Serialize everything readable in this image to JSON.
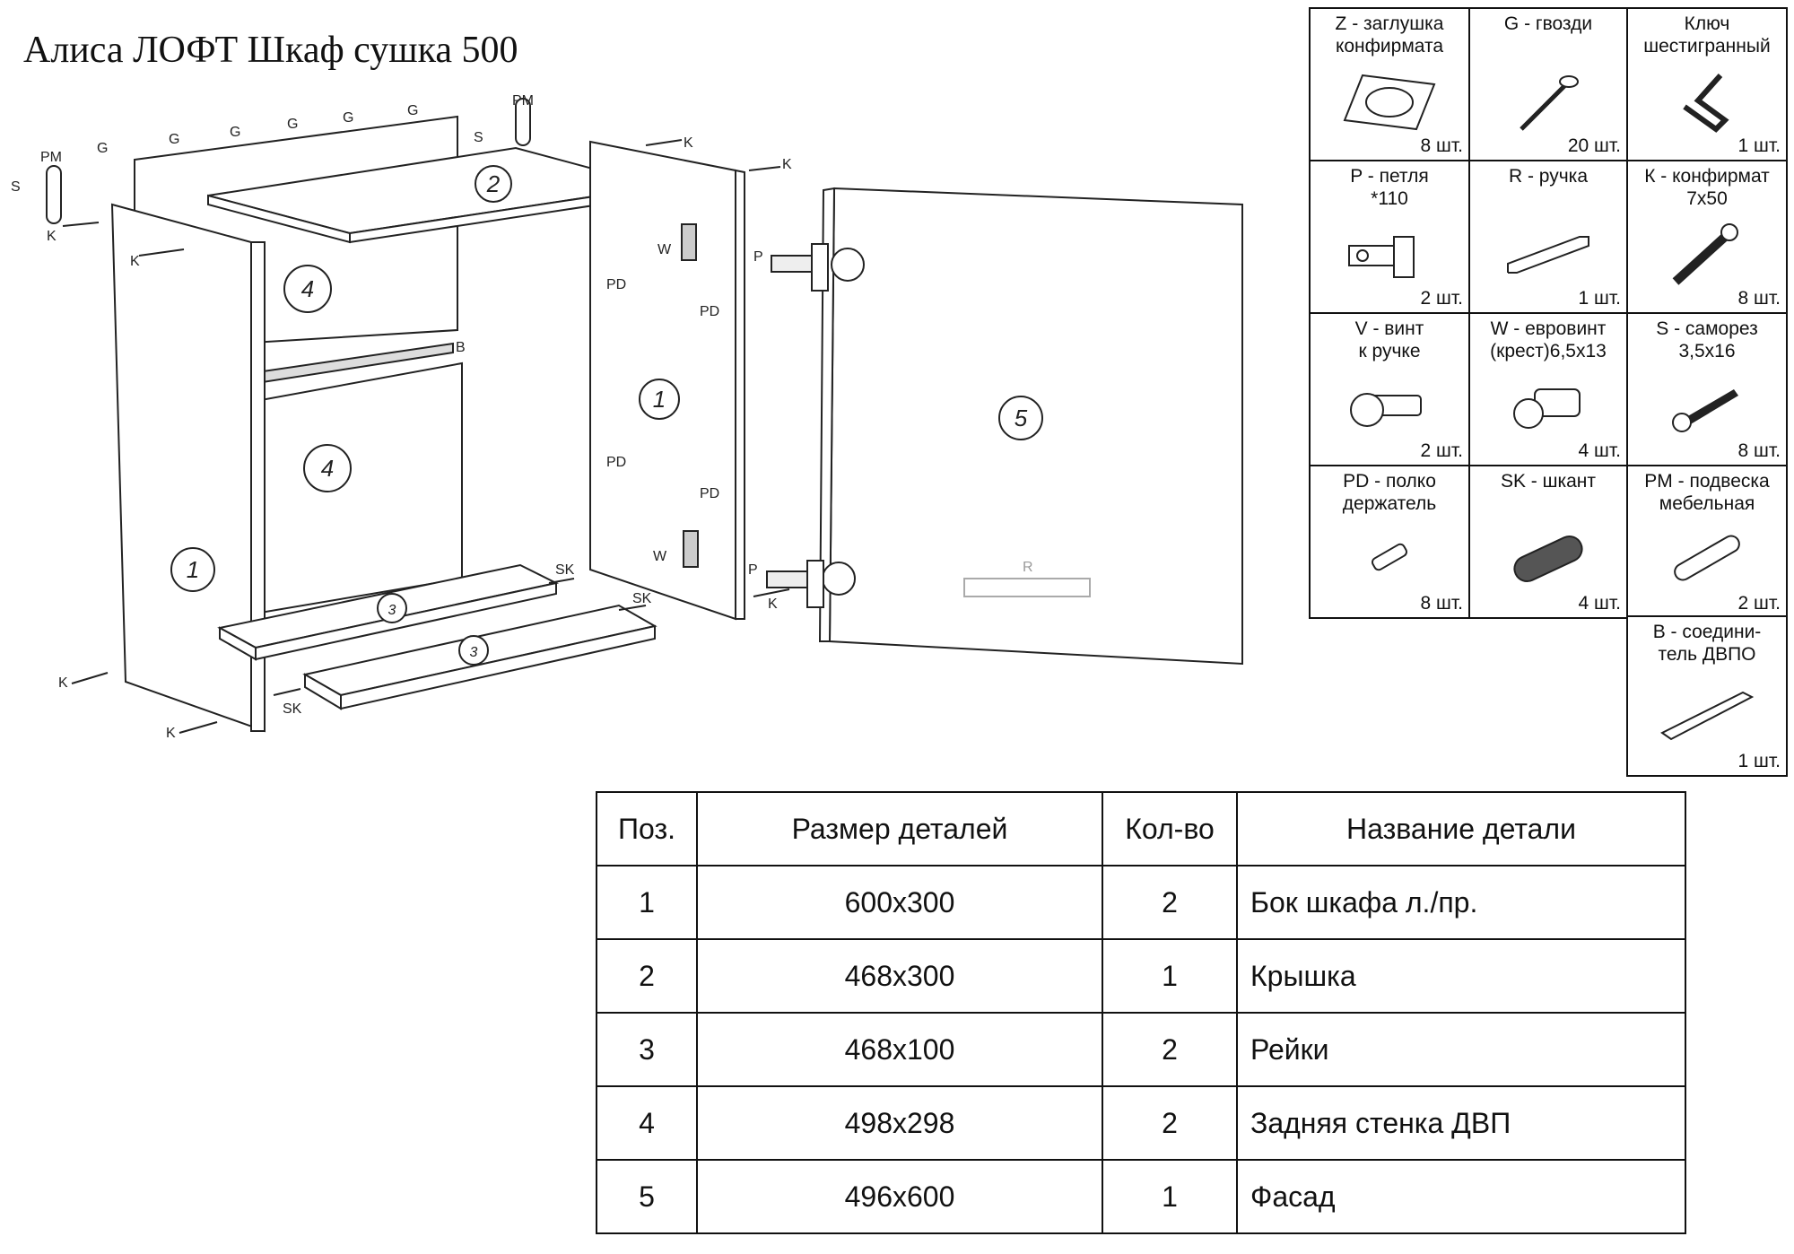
{
  "title": "Алиса ЛОФТ Шкаф сушка 500",
  "diagram_labels": {
    "g": "G",
    "k": "K",
    "s": "S",
    "pm": "PM",
    "w": "W",
    "pd": "PD",
    "p": "P",
    "sk": "SK",
    "b": "B",
    "r": "R",
    "part1": "1",
    "part2": "2",
    "part3": "3",
    "part4": "4",
    "part5": "5"
  },
  "fittings": [
    {
      "name": "Z - заглушка\nконфирмата",
      "qty": "8 шт.",
      "icon": "cap-icon"
    },
    {
      "name": "G - гвозди",
      "qty": "20 шт.",
      "icon": "nail-icon"
    },
    {
      "name": "Ключ\nшестигранный",
      "qty": "1 шт.",
      "icon": "hex-key-icon"
    },
    {
      "name": "P - петля\n*110",
      "qty": "2 шт.",
      "icon": "hinge-icon"
    },
    {
      "name": "R - ручка",
      "qty": "1 шт.",
      "icon": "handle-icon"
    },
    {
      "name": "К - конфирмат\n7х50",
      "qty": "8 шт.",
      "icon": "confirmat-icon"
    },
    {
      "name": "V - винт\nк ручке",
      "qty": "2 шт.",
      "icon": "screw-icon"
    },
    {
      "name": "W - евровинт\n(крест)6,5х13",
      "qty": "4 шт.",
      "icon": "euroscrew-icon"
    },
    {
      "name": "S - саморез\n3,5х16",
      "qty": "8 шт.",
      "icon": "self-tapping-screw-icon"
    },
    {
      "name": "PD - полко\nдержатель",
      "qty": "8 шт.",
      "icon": "shelf-support-icon"
    },
    {
      "name": "SK - шкант",
      "qty": "4 шт.",
      "icon": "dowel-icon"
    },
    {
      "name": "PM - подвеска\nмебельная",
      "qty": "2 шт.",
      "icon": "hanger-icon"
    },
    {
      "name": "B - соедини-\nтель ДВПО",
      "qty": "1 шт.",
      "icon": "connector-icon"
    }
  ],
  "parts_table": {
    "headers": [
      "Поз.",
      "Размер деталей",
      "Кол-во",
      "Название детали"
    ],
    "rows": [
      [
        "1",
        "600х300",
        "2",
        "Бок шкафа л./пр."
      ],
      [
        "2",
        "468х300",
        "1",
        "Крышка"
      ],
      [
        "3",
        "468х100",
        "2",
        "Рейки"
      ],
      [
        "4",
        "498х298",
        "2",
        "Задняя стенка ДВП"
      ],
      [
        "5",
        "496х600",
        "1",
        "Фасад"
      ]
    ]
  }
}
